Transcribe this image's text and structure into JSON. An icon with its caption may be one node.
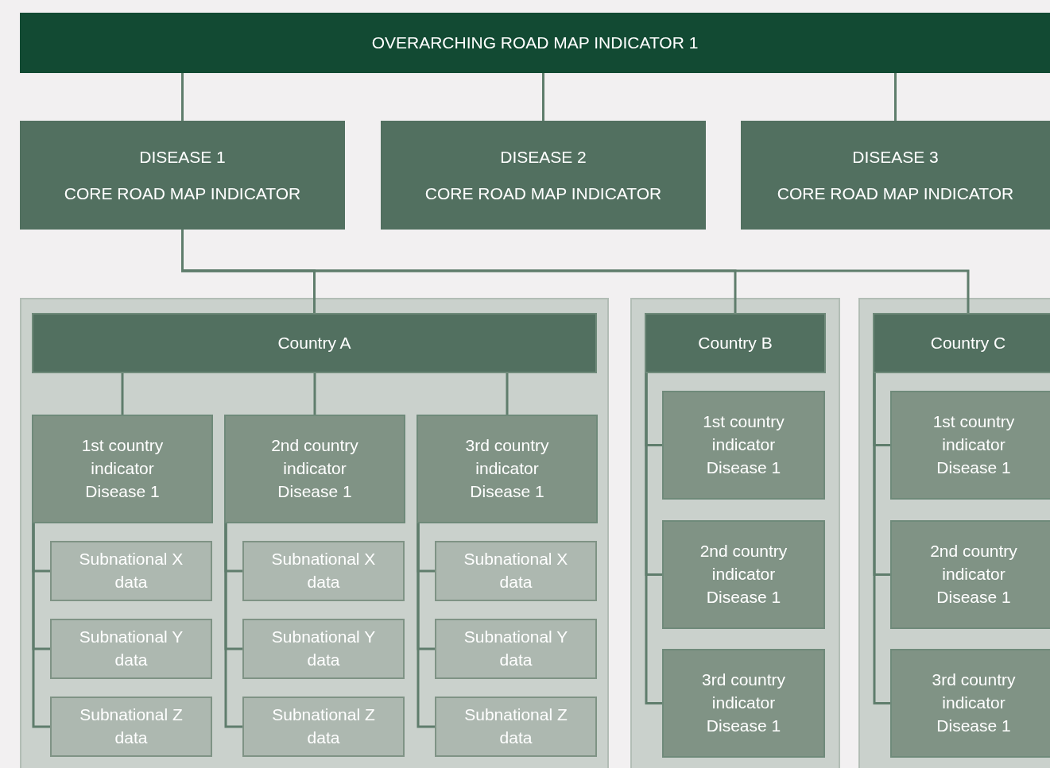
{
  "diagram": {
    "nodes": [
      {
        "text": [
          "OVERARCHING ROAD MAP INDICATOR 1"
        ]
      },
      {
        "text": [
          "DISEASE 1",
          "CORE ROAD MAP INDICATOR"
        ]
      },
      {
        "text": [
          "DISEASE 2",
          "CORE ROAD MAP INDICATOR"
        ]
      },
      {
        "text": [
          "DISEASE 3",
          "CORE ROAD MAP INDICATOR"
        ]
      },
      {
        "text": [],
        "shape": "box"
      },
      {
        "text": [
          "Country A"
        ],
        "in": 4
      },
      {
        "text": [
          "1st country indicator Disease 1"
        ],
        "in": 4
      },
      {
        "text": [
          "Subnational X data"
        ],
        "in": 4
      },
      {
        "text": [
          "Subnational Y data"
        ],
        "in": 4
      },
      {
        "text": [
          "Subnational Z data"
        ],
        "in": 4
      },
      {
        "text": [
          "2nd country indicator Disease 1"
        ],
        "in": 4
      },
      {
        "text": [
          "Subnational X data"
        ],
        "in": 4
      },
      {
        "text": [
          "Subnational Y data"
        ],
        "in": 4
      },
      {
        "text": [
          "Subnational Z data"
        ],
        "in": 4
      },
      {
        "text": [
          "3rd country indicator Disease 1"
        ],
        "in": 4
      },
      {
        "text": [
          "Subnational X data"
        ],
        "in": 4
      },
      {
        "text": [
          "Subnational Y data"
        ],
        "in": 4
      },
      {
        "text": [
          "Subnational Z data"
        ],
        "in": 4
      },
      {
        "text": [],
        "shape": "box"
      },
      {
        "text": [
          "Country B"
        ],
        "in": 18
      },
      {
        "text": [
          "1st country indicator Disease 1"
        ],
        "in": 18
      },
      {
        "text": [
          "2nd country indicator Disease 1"
        ],
        "in": 18
      },
      {
        "text": [
          "3rd country indicator Disease 1"
        ],
        "in": 18
      },
      {
        "text": [],
        "shape": "box"
      },
      {
        "text": [
          "Country C"
        ],
        "in": 23
      },
      {
        "text": [
          "1st country indicator Disease 1"
        ],
        "in": 23
      },
      {
        "text": [
          "2nd country indicator Disease 1"
        ],
        "in": 23
      },
      {
        "text": [
          "3rd country indicator Disease 1"
        ],
        "in": 23
      }
    ],
    "edges": [
      {
        "from": 0,
        "to": 1,
        "arrow": "none"
      },
      {
        "from": 0,
        "to": 2,
        "arrow": "none"
      },
      {
        "from": 0,
        "to": 3,
        "arrow": "none"
      },
      {
        "from": 1,
        "to": 5,
        "arrow": "none"
      },
      {
        "from": 1,
        "to": 19,
        "arrow": "none"
      },
      {
        "from": 1,
        "to": 24,
        "arrow": "none"
      },
      {
        "from": 5,
        "to": 6,
        "arrow": "none"
      },
      {
        "from": 5,
        "to": 10,
        "arrow": "none"
      },
      {
        "from": 5,
        "to": 14,
        "arrow": "none"
      },
      {
        "from": 6,
        "to": 7,
        "arrow": "none"
      },
      {
        "from": 6,
        "to": 8,
        "arrow": "none"
      },
      {
        "from": 6,
        "to": 9,
        "arrow": "none"
      },
      {
        "from": 10,
        "to": 11,
        "arrow": "none"
      },
      {
        "from": 10,
        "to": 12,
        "arrow": "none"
      },
      {
        "from": 10,
        "to": 13,
        "arrow": "none"
      },
      {
        "from": 14,
        "to": 15,
        "arrow": "none"
      },
      {
        "from": 14,
        "to": 16,
        "arrow": "none"
      },
      {
        "from": 14,
        "to": 17,
        "arrow": "none"
      },
      {
        "from": 19,
        "to": 20,
        "arrow": "none"
      },
      {
        "from": 19,
        "to": 21,
        "arrow": "none"
      },
      {
        "from": 19,
        "to": 22,
        "arrow": "none"
      },
      {
        "from": 24,
        "to": 25,
        "arrow": "none"
      },
      {
        "from": 24,
        "to": 26,
        "arrow": "none"
      },
      {
        "from": 24,
        "to": 27,
        "arrow": "none"
      }
    ]
  }
}
